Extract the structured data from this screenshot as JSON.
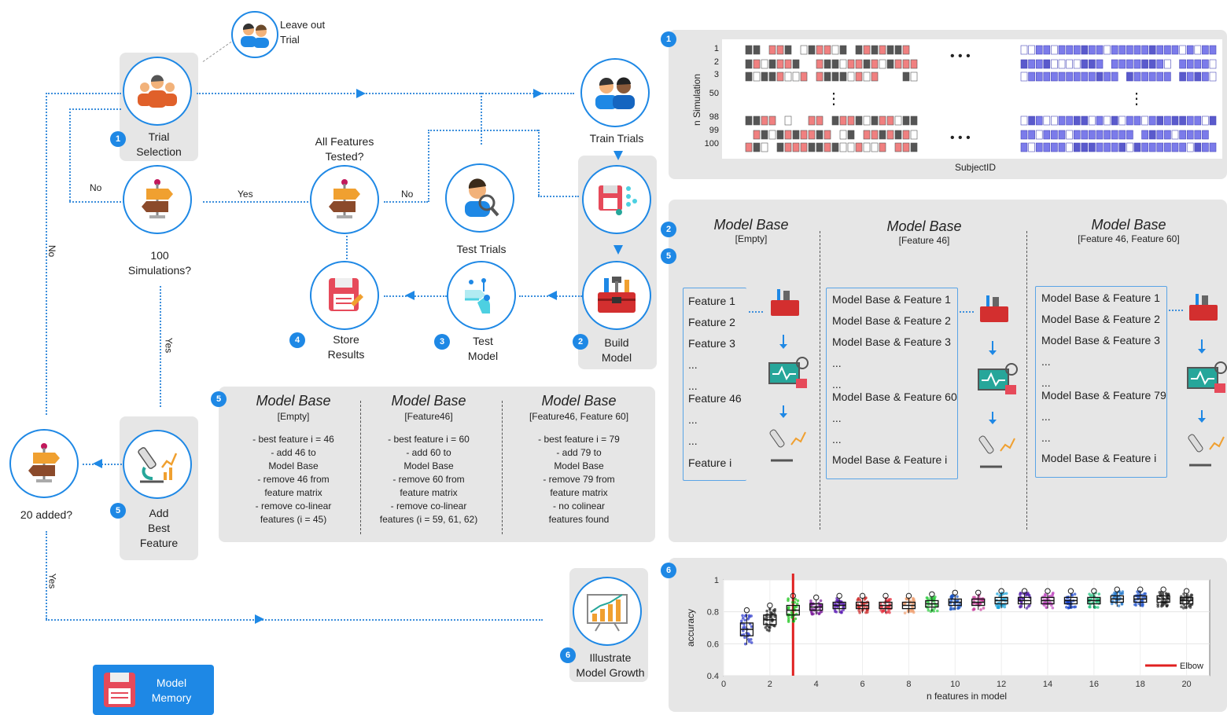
{
  "flow": {
    "leave_out": [
      "Leave out",
      "Trial"
    ],
    "trial_selection": [
      "Trial",
      "Selection"
    ],
    "hundred_sim": [
      "100",
      "Simulations?"
    ],
    "all_features": [
      "All Features",
      "Tested?"
    ],
    "train_trials": "Train Trials",
    "test_trials": "Test Trials",
    "store_results": [
      "Store",
      "Results"
    ],
    "test_model": [
      "Test",
      "Model"
    ],
    "build_model": [
      "Build",
      "Model"
    ],
    "add_best": [
      "Add",
      "Best",
      "Feature"
    ],
    "twenty_added": "20 added?",
    "illustrate": [
      "Illustrate",
      "Model Growth"
    ],
    "model_memory": [
      "Model",
      "Memory"
    ],
    "edge_no": "No",
    "edge_yes": "Yes"
  },
  "badges": [
    "1",
    "2",
    "3",
    "4",
    "5",
    "6"
  ],
  "step5_box": [
    {
      "title": "Model Base",
      "sub": "[Empty]",
      "lines": [
        "- best feature i = 46",
        "- add 46 to",
        "Model Base",
        "- remove 46 from",
        "feature matrix",
        "- remove co-linear",
        "features (i = 45)"
      ]
    },
    {
      "title": "Model Base",
      "sub": "[Feature46]",
      "lines": [
        "- best feature i = 60",
        "- add 60 to",
        "Model Base",
        "- remove 60 from",
        "feature matrix",
        "- remove co-linear",
        "features (i = 59, 61, 62)"
      ]
    },
    {
      "title": "Model Base",
      "sub": "[Feature46, Feature 60]",
      "lines": [
        "- best feature i = 79",
        "- add 79 to",
        "Model Base",
        "- remove 79 from",
        "feature matrix",
        "- no colinear",
        "features found"
      ]
    }
  ],
  "sim_panel": {
    "ylabel": "n Simulation",
    "xlabel": "SubjectID",
    "rows": [
      "1",
      "2",
      "3",
      "50",
      "98",
      "99",
      "100"
    ],
    "dots": "• • •",
    "vdots": "⋮"
  },
  "model_panel": [
    {
      "title": "Model Base",
      "sub": "[Empty]",
      "items": [
        "Feature 1",
        "Feature 2",
        "Feature 3",
        "...",
        "...",
        "Feature 46",
        "...",
        "...",
        "Feature i"
      ]
    },
    {
      "title": "Model Base",
      "sub": "[Feature 46]",
      "items": [
        "Model Base & Feature 1",
        "Model Base & Feature 2",
        "Model Base & Feature 3",
        "...",
        "...",
        "Model Base & Feature 60",
        "...",
        "...",
        "Model Base & Feature i"
      ]
    },
    {
      "title": "Model Base",
      "sub": "[Feature 46, Feature 60]",
      "items": [
        "Model Base & Feature 1",
        "Model Base & Feature 2",
        "Model Base & Feature 3",
        "...",
        "...",
        "Model Base & Feature 79",
        "...",
        "...",
        "Model Base & Feature i"
      ]
    }
  ],
  "chart_data": {
    "type": "box",
    "xlabel": "n features in model",
    "ylabel": "accuracy",
    "ylim": [
      0.4,
      1
    ],
    "xlim": [
      0,
      21
    ],
    "yticks": [
      "0.4",
      "0.6",
      "0.8",
      "1"
    ],
    "xticks": [
      "0",
      "2",
      "4",
      "6",
      "8",
      "10",
      "12",
      "14",
      "16",
      "18",
      "20"
    ],
    "legend": "Elbow",
    "elbow_x": 3,
    "x": [
      1,
      2,
      3,
      4,
      5,
      6,
      7,
      8,
      9,
      10,
      11,
      12,
      13,
      14,
      15,
      16,
      17,
      18,
      19,
      20
    ],
    "medians": [
      0.69,
      0.75,
      0.81,
      0.83,
      0.84,
      0.84,
      0.84,
      0.84,
      0.85,
      0.86,
      0.86,
      0.87,
      0.87,
      0.87,
      0.87,
      0.87,
      0.88,
      0.88,
      0.88,
      0.87
    ],
    "colors": [
      "#2533c9",
      "#222222",
      "#19c419",
      "#7a1a9a",
      "#5a1ab3",
      "#cc2a2a",
      "#e5303f",
      "#f0a070",
      "#2ecc40",
      "#1a55c4",
      "#c83a9a",
      "#1aa3d8",
      "#5522aa",
      "#c04ac0",
      "#1a44cc",
      "#19c07a",
      "#2277cc",
      "#2255cc",
      "#222222",
      "#333333"
    ]
  },
  "colors": {
    "accent": "#1e88e5",
    "sim_red": "#f08080",
    "sim_blue": "#7b7bea"
  }
}
